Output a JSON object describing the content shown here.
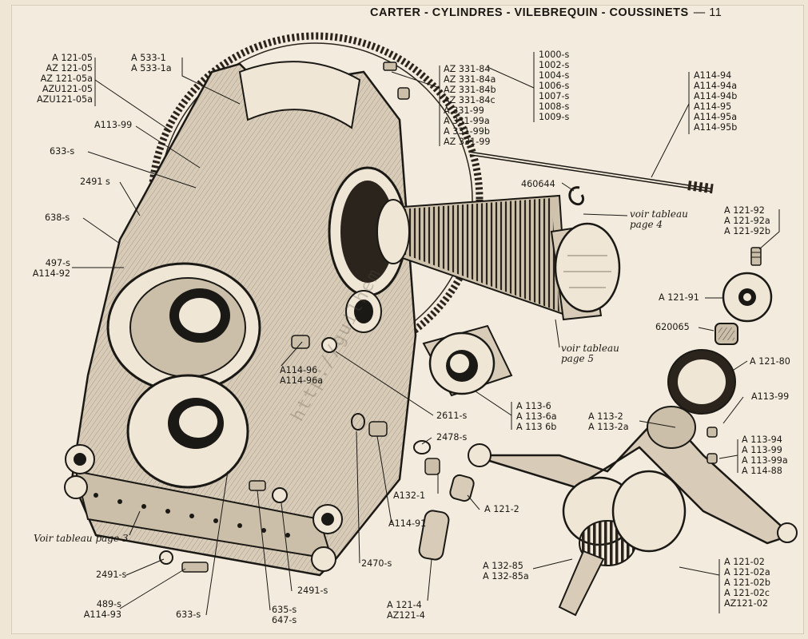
{
  "header": {
    "title": "CARTER - CYLINDRES - VILEBREQUIN - COUSSINETS",
    "page_number": "— 11"
  },
  "labels": {
    "crankcase_a121_05": [
      "A 121-05",
      "AZ 121-05",
      "AZ 121-05a",
      "AZU121-05",
      "AZU121-05a"
    ],
    "a533_1": [
      "A 533-1",
      "A 533-1a"
    ],
    "a113_99_top": [
      "A113-99"
    ],
    "n633_top": [
      "633-s"
    ],
    "n2491_top": [
      "2491 s"
    ],
    "n638": [
      "638-s"
    ],
    "n497": [
      "497-s",
      "A114-92"
    ],
    "az331_84": [
      "AZ 331-84",
      "AZ 331-84a",
      "AZ 331-84b",
      "AZ 331-84c",
      "A 331-99",
      "A 331-99a",
      "A 331-99b",
      "AZ 331-99"
    ],
    "n1000": [
      "1000-s",
      "1002-s",
      "1004-s",
      "1006-s",
      "1007-s",
      "1008-s",
      "1009-s"
    ],
    "a114_94": [
      "A114-94",
      "A114-94a",
      "A114-94b",
      "A114-95",
      "A114-95a",
      "A114-95b"
    ],
    "n460644": [
      "460644"
    ],
    "voir_page4": [
      "voir tableau",
      "page 4"
    ],
    "a121_92": [
      "A 121-92",
      "A 121-92a",
      "A 121-92b"
    ],
    "a121_91": [
      "A 121-91"
    ],
    "n620065": [
      "620065"
    ],
    "voir_page5": [
      "voir tableau",
      "page 5"
    ],
    "a121_80": [
      "A 121-80"
    ],
    "a113_99_right": [
      "A113-99"
    ],
    "a114_96": [
      "A114-96",
      "A114-96a"
    ],
    "n2611": [
      "2611-s"
    ],
    "a113_6": [
      "A 113-6",
      "A 113-6a",
      "A 113 6b"
    ],
    "a113_2": [
      "A 113-2",
      "A 113-2a"
    ],
    "a113_94": [
      "A 113-94",
      "A 113-99",
      "A 113-99a",
      "A 114-88"
    ],
    "n2478": [
      "2478-s"
    ],
    "a132_1": [
      "A132-1"
    ],
    "a121_2": [
      "A 121-2"
    ],
    "a114_91": [
      "A114-91"
    ],
    "voir_page3": [
      "Voir tableau page 3"
    ],
    "n2491_bottom_left": [
      "2491-s"
    ],
    "n2470": [
      "2470-s"
    ],
    "n2491_bottom_mid": [
      "2491-s"
    ],
    "n489": [
      "489-s",
      "A114-93"
    ],
    "n633_bottom": [
      "633-s"
    ],
    "n635": [
      "635-s",
      "647-s"
    ],
    "a121_4": [
      "A 121-4",
      "AZ121-4"
    ],
    "a132_85": [
      "A 132-85",
      "A 132-85a"
    ],
    "a121_02": [
      "A 121-02",
      "A 121-02a",
      "A 121-02b",
      "A 121-02c",
      "AZ121-02"
    ]
  },
  "watermark": "http://guilhem",
  "colors": {
    "paper": "#f3ebdd",
    "ink": "#1b1915",
    "shade": "#d8ccb8"
  }
}
